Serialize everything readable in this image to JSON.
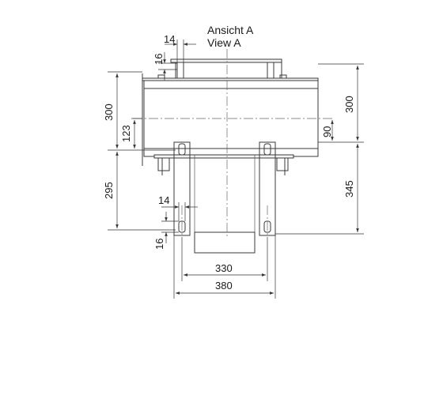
{
  "view": {
    "title_de": "Ansicht A",
    "title_en": "View A"
  },
  "dimensions": {
    "top_slot_width": "14",
    "top_slot_height": "16",
    "left_upper_height": "300",
    "left_mid_offset": "123",
    "left_lower_height": "295",
    "lower_slot_width": "14",
    "lower_slot_height": "16",
    "right_upper_height": "300",
    "right_mid_offset": "90",
    "right_lower_height": "345",
    "inner_width": "330",
    "outer_width": "380"
  }
}
